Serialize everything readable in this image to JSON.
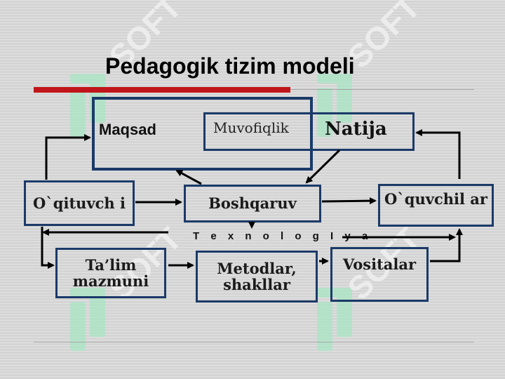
{
  "title": "Pedagogik tizim modeli",
  "boxes": {
    "maqsad": "Maqsad",
    "muvofiqlik": "Muvofiqlik",
    "natija": "Natija",
    "oqituvchi": "O`qituvch i",
    "boshqaruv": "Boshqaruv",
    "oquvchilar": "O`quvchil ar",
    "talim": "Ta’lim mazmuni",
    "metodlar": "Metodlar, shakllar",
    "vositalar": "Vositalar"
  },
  "texnologiya": "T e x n o l o g I y a",
  "watermark": "SOFT",
  "colors": {
    "title_bar": "#c0161b",
    "box_border": "#1b3a68",
    "arrow": "#000000",
    "watermark": "#a8e6c4"
  }
}
